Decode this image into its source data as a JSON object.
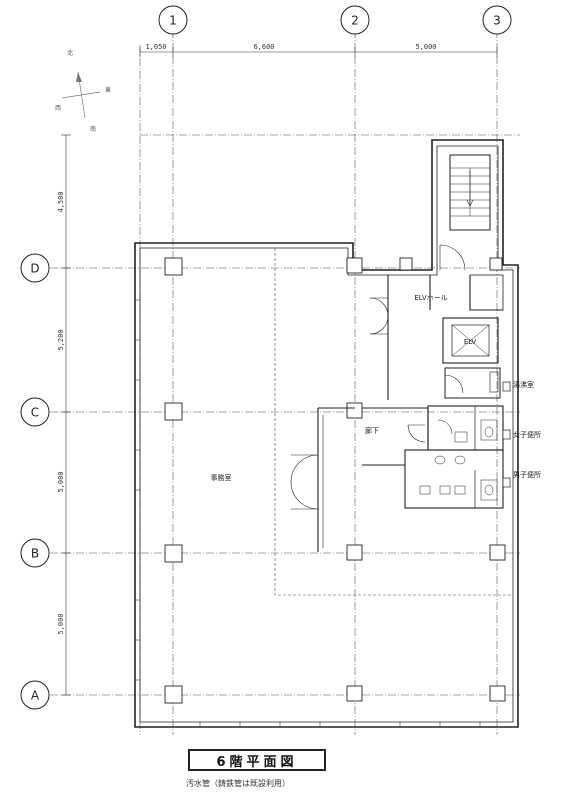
{
  "grid": {
    "columns": [
      {
        "id": "1",
        "label": "1"
      },
      {
        "id": "2",
        "label": "2"
      },
      {
        "id": "3",
        "label": "3"
      }
    ],
    "rows": [
      {
        "id": "D",
        "label": "D"
      },
      {
        "id": "C",
        "label": "C"
      },
      {
        "id": "B",
        "label": "B"
      },
      {
        "id": "A",
        "label": "A"
      }
    ]
  },
  "dimensions": {
    "top": [
      "1,050",
      "6,600",
      "5,000"
    ],
    "left": [
      "4,500",
      "5,200",
      "5,000",
      "5,000"
    ]
  },
  "compass": {
    "north": "北",
    "west": "西",
    "east": "東",
    "south": "南"
  },
  "rooms": {
    "office": "事務室",
    "elv_hall": "ELVホール",
    "elv": "ELV",
    "kitchenette": "湯沸室",
    "corridor": "廊下",
    "womens_toilet": "女子便所",
    "mens_toilet": "男子便所"
  },
  "title": "6階平面図",
  "caption": "汚水管（鋳鉄管は既設利用）"
}
